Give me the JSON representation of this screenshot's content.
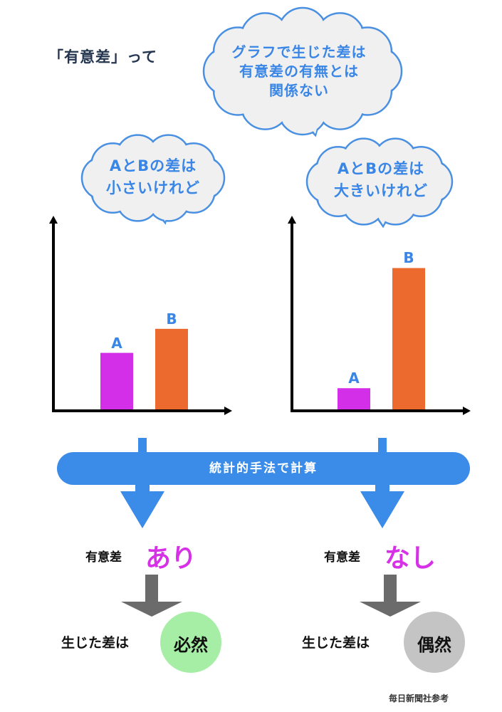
{
  "title": "「有意差」って",
  "clouds": {
    "top": [
      "グラフで生じた差は",
      "有意差の有無とは",
      "関係ない"
    ],
    "left": [
      "AとBの差は",
      "小さいけれど"
    ],
    "right": [
      "AとBの差は",
      "大きいけれど"
    ]
  },
  "chart_data": [
    {
      "type": "bar",
      "categories": [
        "A",
        "B"
      ],
      "values": [
        40,
        57
      ],
      "colors": [
        "#d42fe8",
        "#ec6a2d"
      ],
      "ylim": [
        0,
        136
      ]
    },
    {
      "type": "bar",
      "categories": [
        "A",
        "B"
      ],
      "values": [
        15,
        100
      ],
      "colors": [
        "#d42fe8",
        "#ec6a2d"
      ],
      "ylim": [
        0,
        136
      ]
    }
  ],
  "band_label": "統計的手法で計算",
  "results": [
    {
      "label": "有意差",
      "word": "あり",
      "cause_label": "生じた差は",
      "cause": "必然",
      "oval_color": "#a6eea6"
    },
    {
      "label": "有意差",
      "word": "なし",
      "cause_label": "生じた差は",
      "cause": "偶然",
      "oval_color": "#c4c4c4"
    }
  ],
  "source": "毎日新聞社参考",
  "colors": {
    "blue": "#3a8ce8",
    "cloud_fill": "#f0f0f0",
    "cloud_stroke": "#4a90e2",
    "arrow_gray": "#6b6b6b"
  }
}
